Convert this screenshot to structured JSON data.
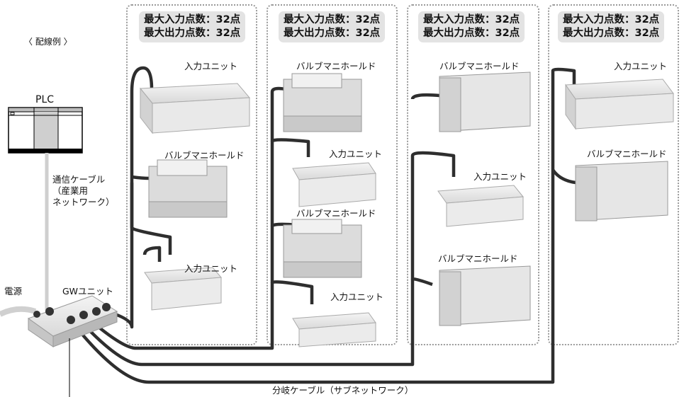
{
  "caption": "〈 配線例 〉",
  "plc": {
    "label": "PLC"
  },
  "comm_cable": {
    "lines": [
      "通信ケーブル",
      "（産業用",
      "ネットワーク）"
    ]
  },
  "power": {
    "label": "電源"
  },
  "gw_unit": {
    "label": "GWユニット"
  },
  "branch_cable": {
    "label": "分岐ケーブル（サブネットワーク）"
  },
  "panels": [
    {
      "spec_lines": [
        "最大入力点数：32点",
        "最大出力点数：32点"
      ],
      "devices": [
        "入力ユニット",
        "バルブマニホールド",
        "入力ユニット"
      ]
    },
    {
      "spec_lines": [
        "最大入力点数：32点",
        "最大出力点数：32点"
      ],
      "devices": [
        "バルブマニホールド",
        "入力ユニット",
        "バルブマニホールド",
        "入力ユニット"
      ]
    },
    {
      "spec_lines": [
        "最大入力点数：32点",
        "最大出力点数：32点"
      ],
      "devices": [
        "バルブマニホールド",
        "入力ユニット",
        "バルブマニホールド"
      ]
    },
    {
      "spec_lines": [
        "最大入力点数：32点",
        "最大出力点数：32点"
      ],
      "devices": [
        "入力ユニット",
        "バルブマニホールド"
      ]
    }
  ]
}
